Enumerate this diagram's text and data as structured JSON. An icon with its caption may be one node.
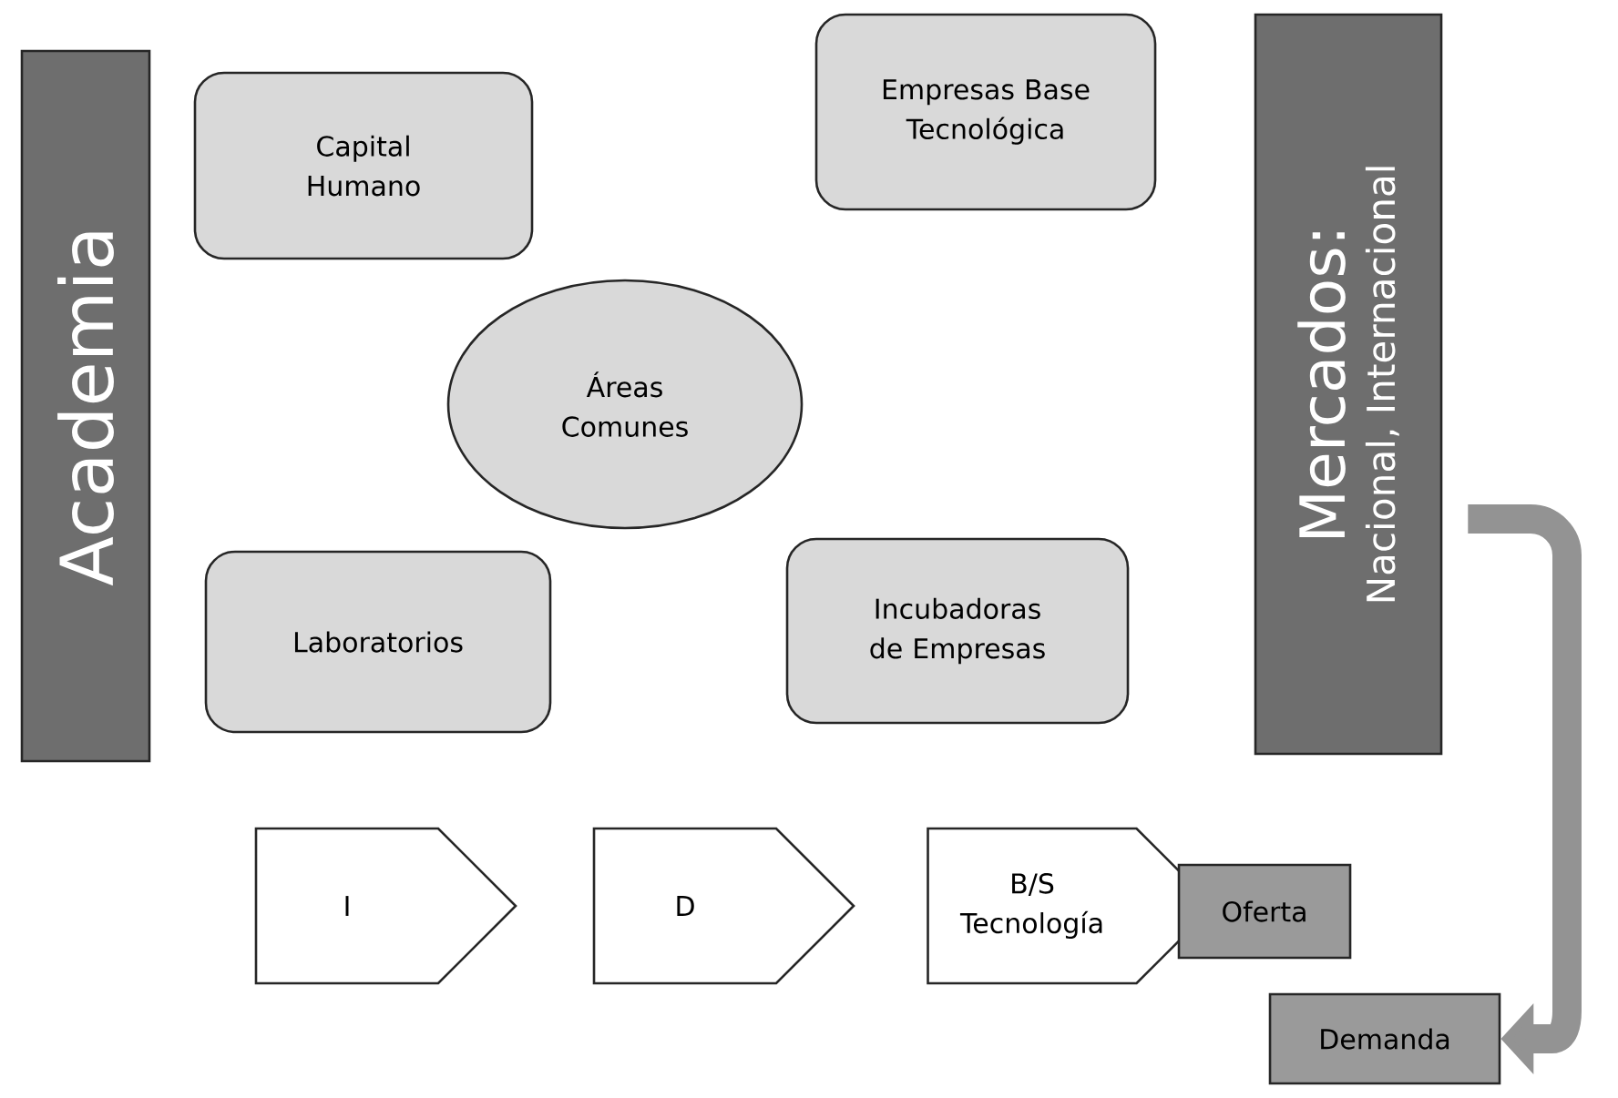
{
  "diagram": {
    "nodes": [
      {
        "text": [
          "Academia"
        ]
      },
      {
        "text": [
          "Capital Humano"
        ]
      },
      {
        "text": [
          "Empresas Base Tecnológica"
        ]
      },
      {
        "text": [
          "Áreas Comunes"
        ]
      },
      {
        "text": [
          "Mercados:",
          "Nacional, Internacional"
        ]
      },
      {
        "text": [
          "Laboratorios"
        ]
      },
      {
        "text": [
          "Incubadoras de Empresas"
        ]
      },
      {
        "text": [
          "I"
        ]
      },
      {
        "text": [
          "D"
        ]
      },
      {
        "text": [
          "B/S Tecnología"
        ]
      },
      {
        "text": [
          "Oferta"
        ]
      },
      {
        "text": [
          "Demanda"
        ]
      }
    ],
    "edges": [
      {
        "from": 4,
        "to": 11,
        "arrow": "to",
        "color": "#939393"
      }
    ]
  }
}
